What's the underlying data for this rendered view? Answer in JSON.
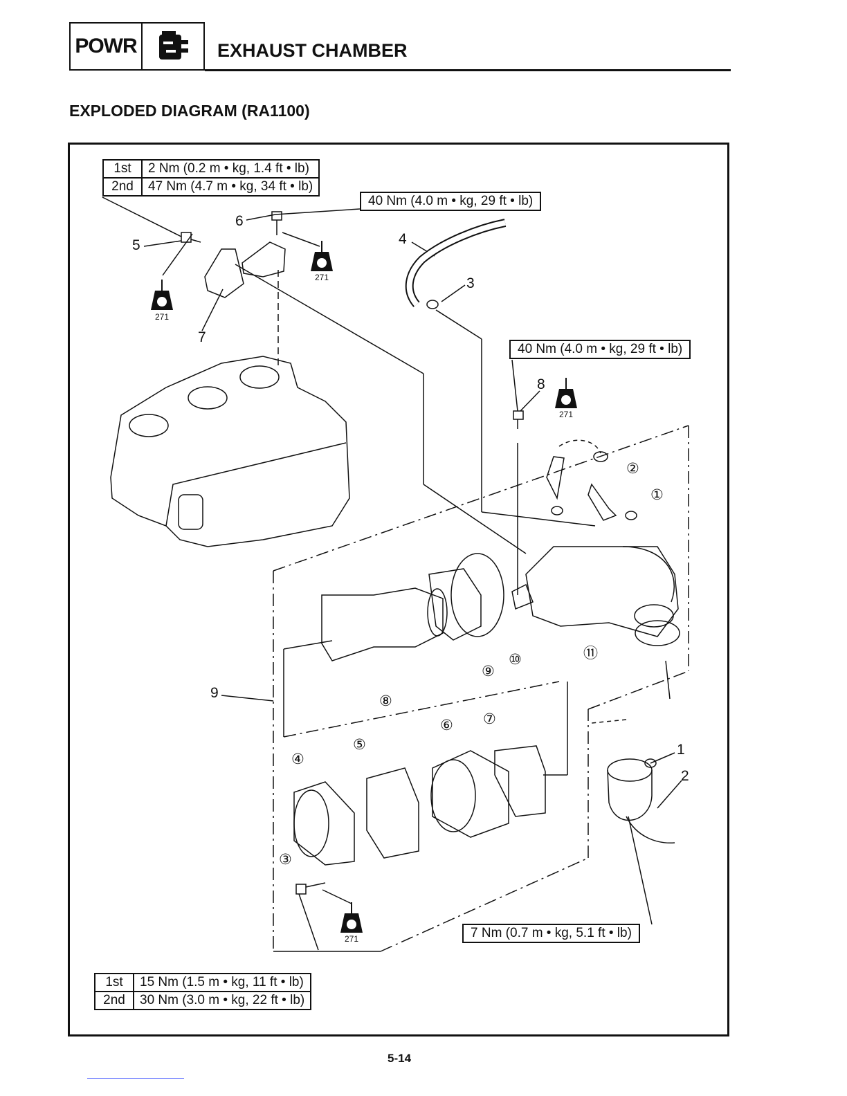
{
  "header": {
    "section_code": "POWR",
    "section_icon": "engine-power-icon",
    "title": "EXHAUST CHAMBER"
  },
  "subtitle": "EXPLODED DIAGRAM (RA1100)",
  "torque_specs": {
    "top_left": [
      {
        "stage": "1st",
        "value": "2 Nm (0.2 m • kg, 1.4 ft • lb)"
      },
      {
        "stage": "2nd",
        "value": "47 Nm (4.7 m • kg, 34 ft • lb)"
      }
    ],
    "top_right": "40 Nm (4.0 m • kg, 29 ft • lb)",
    "right": "40 Nm (4.0 m • kg, 29 ft • lb)",
    "bottom_right": "7 Nm (0.7 m • kg, 5.1 ft • lb)",
    "bottom_left": [
      {
        "stage": "1st",
        "value": "15 Nm (1.5 m • kg, 11 ft • lb)"
      },
      {
        "stage": "2nd",
        "value": "30 Nm (3.0 m • kg,  22 ft • lb)"
      }
    ]
  },
  "callouts": {
    "part_1": "1",
    "part_2": "2",
    "part_3": "3",
    "part_4": "4",
    "part_5": "5",
    "part_6": "6",
    "part_7": "7",
    "part_8": "8",
    "part_9": "9",
    "sub_1": "①",
    "sub_2": "②",
    "sub_3": "③",
    "sub_4": "④",
    "sub_5": "⑤",
    "sub_6": "⑥",
    "sub_7": "⑦",
    "sub_8": "⑧",
    "sub_9": "⑨",
    "sub_10": "⑩",
    "sub_11": "⑪"
  },
  "threadlock": {
    "icon": "loctite-icon",
    "symbol": "LT",
    "grade": "271"
  },
  "page_number": "5-14"
}
